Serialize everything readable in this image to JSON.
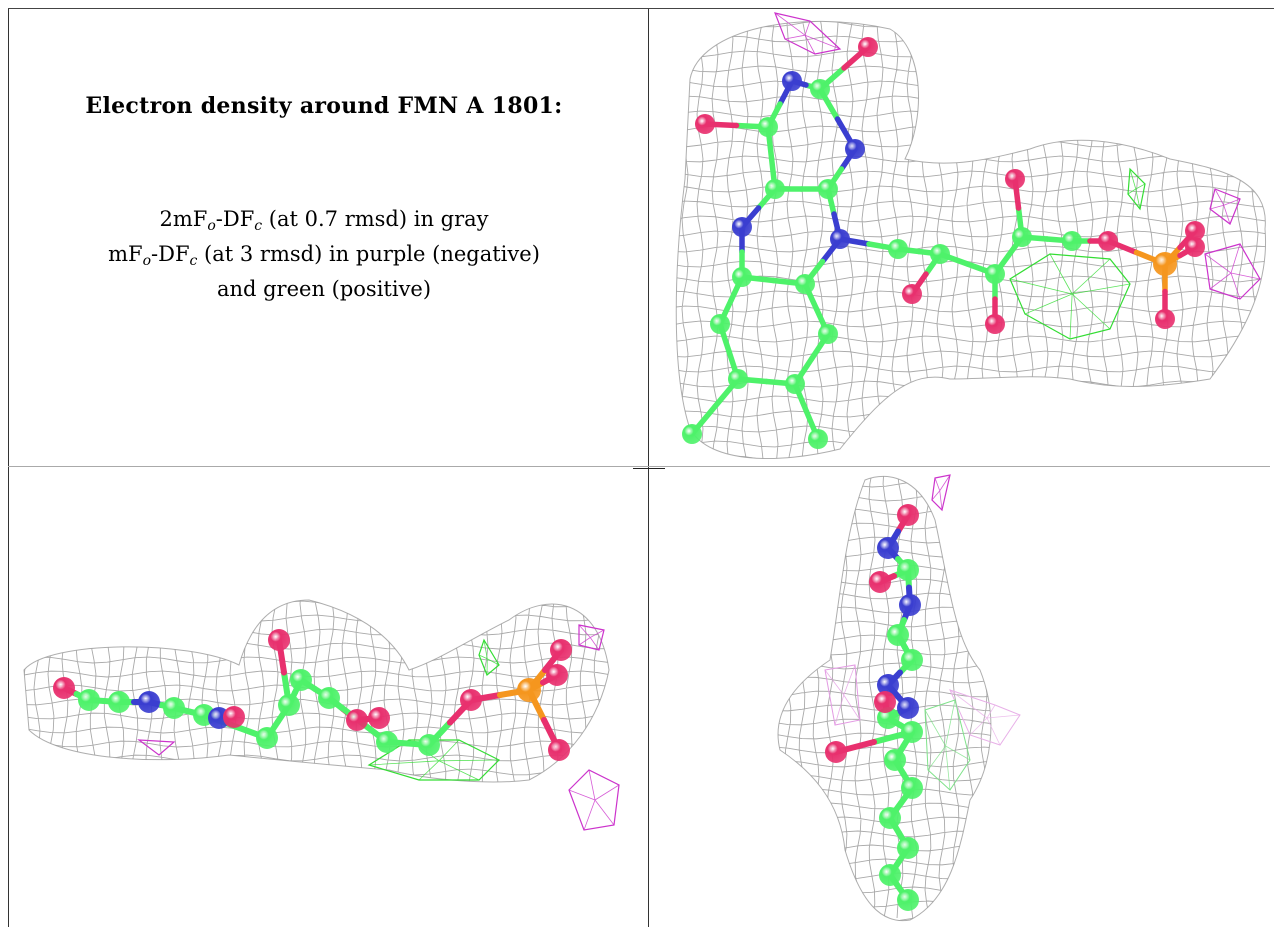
{
  "caption": {
    "title": "Electron density around FMN A 1801:",
    "line1": {
      "a": "2mF",
      "a_sub": "o",
      "b": "-DF",
      "b_sub": "c",
      "rest": " (at 0.7 rmsd) in gray"
    },
    "line2": {
      "a": "mF",
      "a_sub": "o",
      "b": "-DF",
      "b_sub": "c",
      "rest": " (at 3 rmsd) in purple (negative)"
    },
    "line3": "and green (positive)"
  },
  "colors": {
    "carbon": "#4ef26a",
    "nitrogen": "#3a3ed0",
    "oxygen": "#e8306e",
    "phosphorus": "#f5961e",
    "density_2fofc": "#9a9a9a",
    "density_negative": "#cc33cc",
    "density_positive": "#33dd33",
    "grid_line": "#333333"
  },
  "panels": [
    {
      "name": "fmn-view-top-right",
      "ligand": "FMN A 1801"
    },
    {
      "name": "fmn-view-bottom-left",
      "ligand": "FMN A 1801"
    },
    {
      "name": "fmn-view-bottom-right",
      "ligand": "FMN A 1801"
    }
  ]
}
